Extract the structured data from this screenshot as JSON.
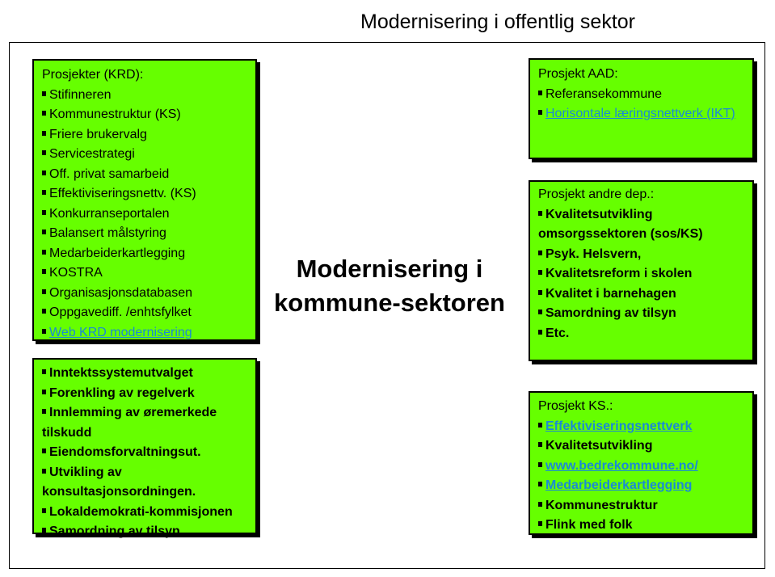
{
  "title": "Modernisering i offentlig sektor",
  "center_text": "Modernisering i kommune-sektoren",
  "box_krd": {
    "heading": "Prosjekter (KRD):",
    "items": [
      {
        "text": "Stifinneren",
        "link": false
      },
      {
        "text": "Kommunestruktur (KS)",
        "link": false
      },
      {
        "text": "Friere brukervalg",
        "link": false
      },
      {
        "text": "Servicestrategi",
        "link": false
      },
      {
        "text": "Off. privat samarbeid",
        "link": false
      },
      {
        "text": "Effektiviseringsnettv. (KS)",
        "link": false
      },
      {
        "text": "Konkurranseportalen",
        "link": false
      },
      {
        "text": "Balansert målstyring",
        "link": false
      },
      {
        "text": "Medarbeiderkartlegging",
        "link": false
      },
      {
        "text": "KOSTRA",
        "link": false
      },
      {
        "text": "Organisasjonsdatabasen",
        "link": false
      },
      {
        "text": "Oppgavediff. /enhtsfylket",
        "link": false
      },
      {
        "text": "Web KRD modernisering",
        "link": true
      }
    ]
  },
  "box_inntekt": {
    "items": [
      {
        "text": "Inntektssystemutvalget",
        "link": false
      },
      {
        "text": "Forenkling av regelverk",
        "link": false
      },
      {
        "text": "Innlemming av øremerkede tilskudd",
        "link": false
      },
      {
        "text": "Eiendomsforvaltningsut.",
        "link": false
      },
      {
        "text": "Utvikling av konsultasjonsordningen.",
        "link": false
      },
      {
        "text": "Lokaldemokrati-kommisjonen",
        "link": false
      },
      {
        "text": "Samordning av tilsyn",
        "link": false
      }
    ]
  },
  "box_aad": {
    "heading": "Prosjekt AAD:",
    "items": [
      {
        "text": "Referansekommune",
        "link": false
      },
      {
        "text": "Horisontale læringsnettverk (IKT)",
        "link": true
      }
    ]
  },
  "box_dep": {
    "heading": "Prosjekt andre dep.:",
    "items": [
      {
        "text": "Kvalitetsutvikling omsorgssektoren (sos/KS)",
        "link": false
      },
      {
        "text": "Psyk. Helsvern,",
        "link": false
      },
      {
        "text": "Kvalitetsreform i skolen",
        "link": false
      },
      {
        "text": "Kvalitet i barnehagen",
        "link": false
      },
      {
        "text": "Samordning av tilsyn",
        "link": false
      },
      {
        "text": "Etc.",
        "link": false
      }
    ]
  },
  "box_ks": {
    "heading": "Prosjekt KS.:",
    "items": [
      {
        "text": "Effektiviseringsnettverk",
        "link": true
      },
      {
        "text": "Kvalitetsutvikling",
        "link": false
      },
      {
        "text": "www.bedrekommune.no/",
        "link": true
      },
      {
        "text": "Medarbeiderkartlegging",
        "link": true
      },
      {
        "text": "Kommunestruktur",
        "link": false
      },
      {
        "text": "Flink med folk",
        "link": false
      }
    ]
  },
  "colors": {
    "box_fill": "#66ff00",
    "link": "#1a8ad4",
    "border": "#000000"
  }
}
